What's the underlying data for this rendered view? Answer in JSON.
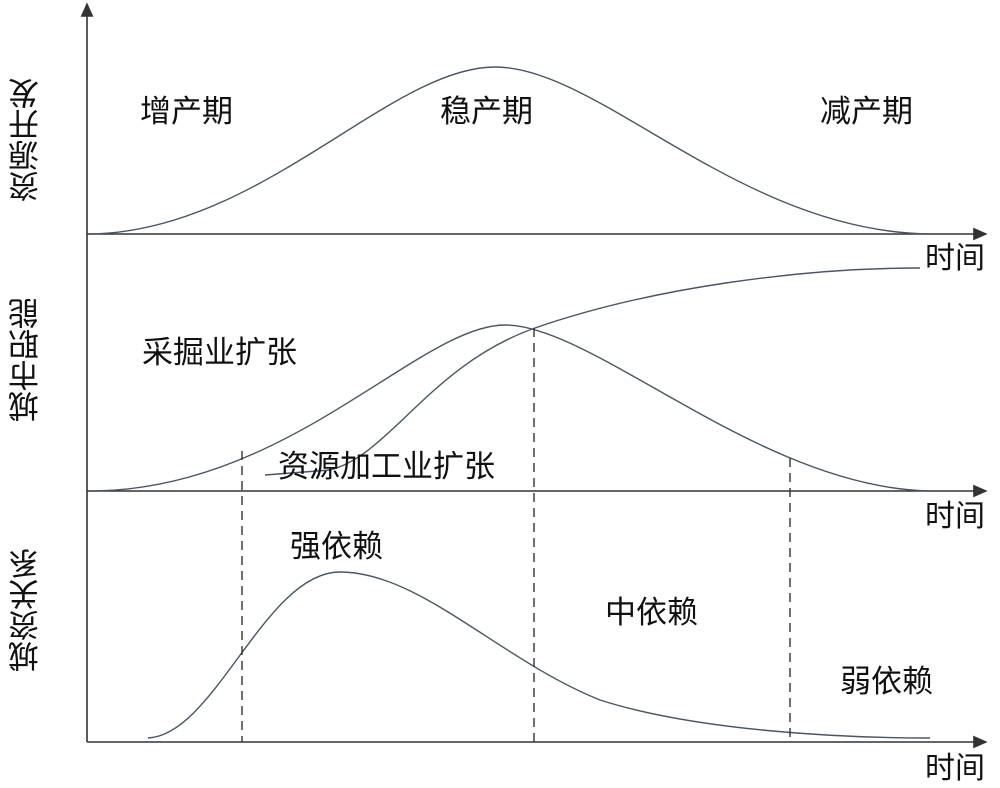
{
  "y_axis_labels": [
    "资源开发",
    "城市职能",
    "城资关系"
  ],
  "x_axis_label": "时间",
  "panel1": {
    "phases": [
      "增产期",
      "稳产期",
      "减产期"
    ]
  },
  "panel2": {
    "curves": [
      "采掘业扩张",
      "资源加工业扩张"
    ]
  },
  "panel3": {
    "levels": [
      "强依赖",
      "中依赖",
      "弱依赖"
    ]
  },
  "colors": {
    "line": "#4a5560",
    "text": "#111111"
  }
}
